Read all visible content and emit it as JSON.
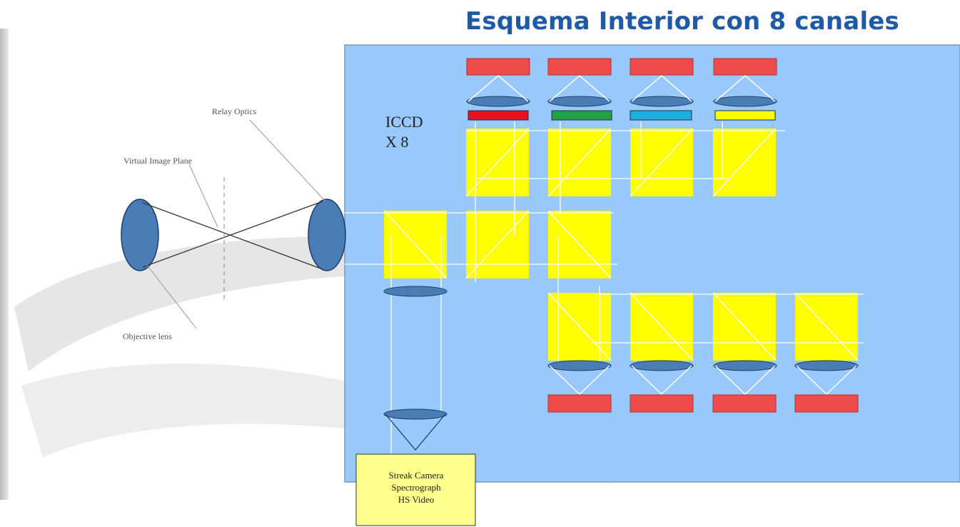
{
  "title": "Esquema Interior con 8 canales",
  "labels": {
    "relay_optics": "Relay Optics",
    "virtual_image_plane": "Virtual Image Plane",
    "objective_lens": "Objective lens",
    "iccd_line1": "ICCD",
    "iccd_line2": "X 8",
    "streak_line1": "Streak Camera",
    "streak_line2": "Spectrograph",
    "streak_line3": "HS Video"
  },
  "colors": {
    "title": "#1f5aa6",
    "panel": "#99c8fa",
    "cube": "#ffff00",
    "sensor": "#ee4b4b",
    "lens": "#4a7cb6",
    "streak_box": "#ffff8c",
    "filter_red": "#e8101a",
    "filter_green": "#21a046",
    "filter_cyan": "#20aee0",
    "filter_yellow": "#ffff00"
  }
}
